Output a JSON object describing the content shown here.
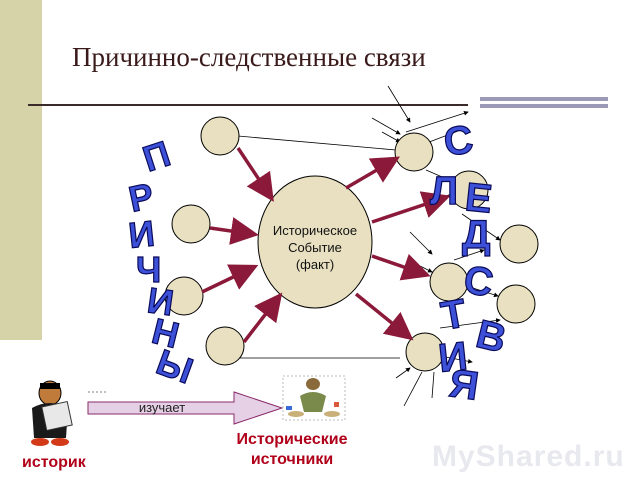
{
  "title": "Причинно-следственные связи",
  "center_event": [
    "Историческое",
    "Событие",
    "(факт)"
  ],
  "causes_letters": [
    "П",
    "Р",
    "И",
    "Ч",
    "И",
    "Н",
    "Ы"
  ],
  "consequences_letters": [
    "С",
    "Л",
    "Е",
    "Д",
    "С",
    "Т",
    "В",
    "И",
    "Я"
  ],
  "arrow_label": "изучает",
  "sources_label": [
    "Исторические",
    "источники"
  ],
  "historian_label": "историк",
  "watermark": "MyShared.ru",
  "colors": {
    "node_fill": "#e8e0c0",
    "arrow": "#8b1a3a",
    "wordart_fill": "#3c50d8",
    "label_red": "#b0001a",
    "sidebar": "#d6d3a8"
  }
}
